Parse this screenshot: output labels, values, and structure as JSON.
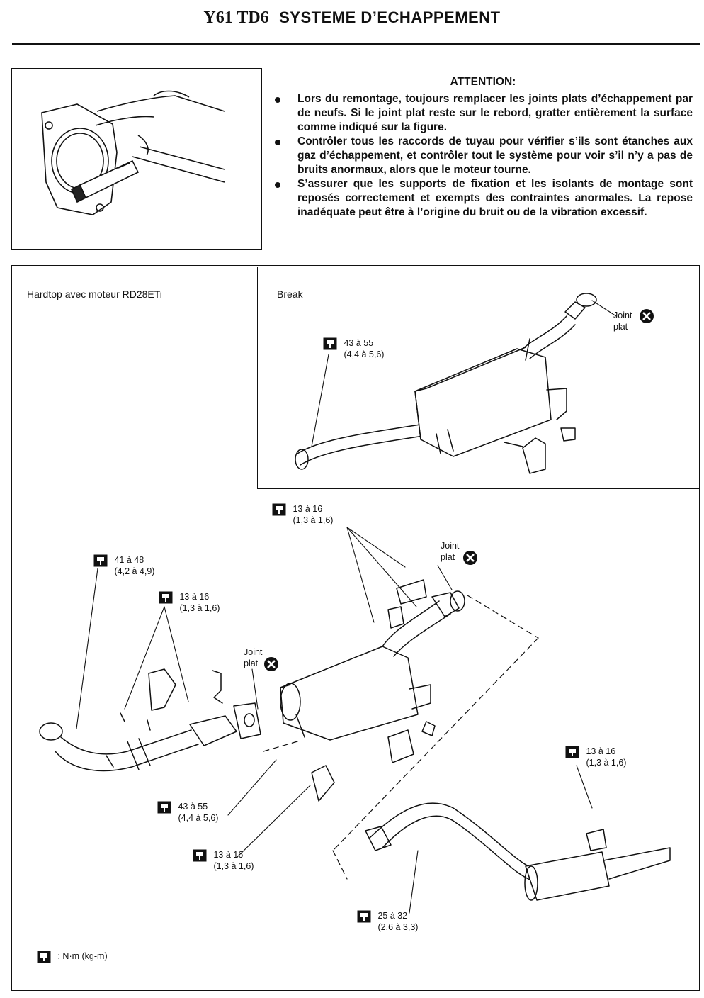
{
  "header": {
    "model": "Y61 TD6",
    "title": "SYSTEME D’ECHAPPEMENT"
  },
  "attention": {
    "title": "ATTENTION:",
    "items": [
      "Lors du remontage, toujours remplacer les joints plats d’échappement par de neufs. Si le joint plat reste sur le rebord, gratter entièrement la surface comme indiqué sur la figure.",
      "Contrôler tous les raccords de tuyau pour vérifier s’ils sont étanches aux gaz d’échappement, et contrôler tout le système pour voir s’il n’y a pas de bruits anormaux, alors que le moteur tourne.",
      "S’assurer que les supports de fixation et les isolants de montage sont reposés correctement et exempts des contraintes anormales. La repose inadéquate peut être à l’origine du bruit ou de la vibration excessif."
    ]
  },
  "diagram": {
    "hardtop_label": "Hardtop avec moteur RD28ETi",
    "break_label": "Break",
    "gasket": {
      "line1": "Joint",
      "line2": "plat"
    },
    "torques": [
      {
        "nm": "43 à 55",
        "kgm": "(4,4 à 5,6)"
      },
      {
        "nm": "13 à 16",
        "kgm": "(1,3 à 1,6)"
      },
      {
        "nm": "41 à 48",
        "kgm": "(4,2 à 4,9)"
      },
      {
        "nm": "13 à 16",
        "kgm": "(1,3 à 1,6)"
      },
      {
        "nm": "43 à 55",
        "kgm": "(4,4 à 5,6)"
      },
      {
        "nm": "13 à 16",
        "kgm": "(1,3 à 1,6)"
      },
      {
        "nm": "13 à 16",
        "kgm": "(1,3 à 1,6)"
      },
      {
        "nm": "25 à 32",
        "kgm": "(2,6 à 3,3)"
      }
    ],
    "legend_unit": ": N·m (kg-m)"
  }
}
